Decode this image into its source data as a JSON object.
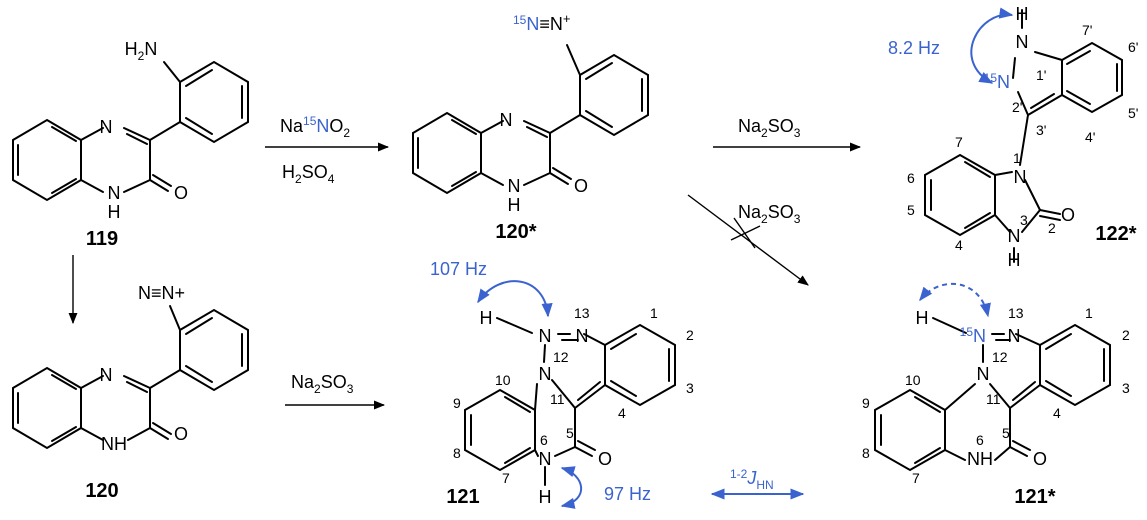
{
  "compounds": {
    "c119": {
      "label": "119",
      "nh2": "H2N",
      "n": "N",
      "nh": "N",
      "h": "H",
      "o": "O"
    },
    "c120s": {
      "label": "120*",
      "diazo": "15N≡N+",
      "n": "N",
      "nh": "N",
      "h": "H",
      "o": "O"
    },
    "c120": {
      "label": "120",
      "diazo": "N≡N+",
      "n": "N",
      "nh": "NH",
      "o": "O"
    },
    "c122s": {
      "label": "122*",
      "h_top": "H",
      "n1p": "N",
      "n2p": "15N",
      "n1": "N",
      "n3": "N",
      "h3": "H",
      "o": "O",
      "nums": [
        "7'",
        "6'",
        "5'",
        "4'",
        "1'",
        "2'",
        "3'",
        "1",
        "2",
        "3",
        "4",
        "5",
        "6",
        "7"
      ]
    },
    "c121": {
      "label": "121",
      "h": "H",
      "n12": "N",
      "n13": "N",
      "n11": "N",
      "n6": "N",
      "h6": "H",
      "o": "O",
      "nums": [
        "13",
        "12",
        "1",
        "2",
        "3",
        "4",
        "10",
        "11",
        "9",
        "8",
        "7",
        "6",
        "5"
      ]
    },
    "c121s": {
      "label": "121*",
      "h": "H",
      "n12": "15N",
      "n13": "N",
      "n11": "N",
      "n6": "NH",
      "o": "O",
      "nums": [
        "13",
        "12",
        "1",
        "2",
        "3",
        "4",
        "10",
        "11",
        "9",
        "8",
        "7",
        "6",
        "5"
      ]
    }
  },
  "reagents": {
    "r1_top": "Na15NO2",
    "r1_bottom": "H2SO4",
    "r2": "Na2SO3",
    "r3": "Na2SO3",
    "r4": "Na2SO3"
  },
  "couplings": {
    "j_122": "8.2 Hz",
    "j_121_nh": "107 Hz",
    "j_121_6": "97 Hz",
    "legend": "1-2JHN"
  },
  "colors": {
    "accent": "#3a63cf",
    "ink": "#000000"
  }
}
